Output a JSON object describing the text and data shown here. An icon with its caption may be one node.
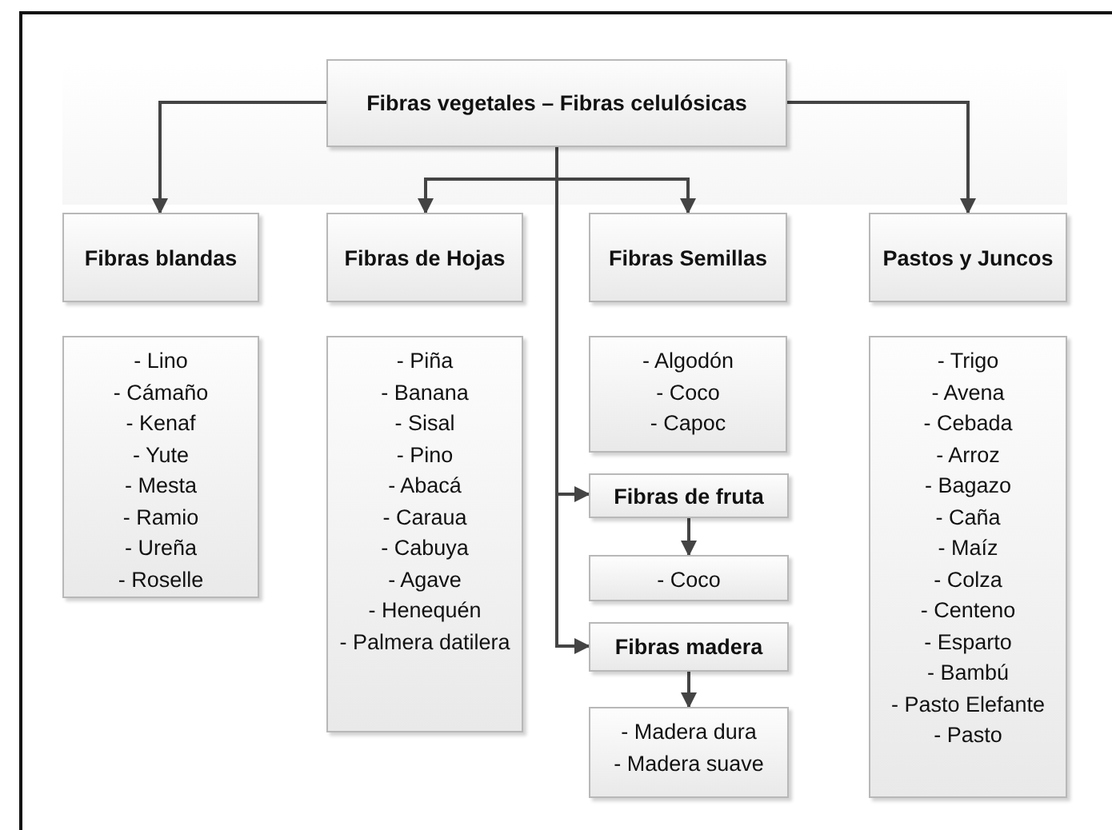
{
  "diagram": {
    "nodes": [
      {
        "text": [
          "Fibras vegetales – Fibras celulósicas"
        ]
      },
      {
        "text": [
          "Fibras blandas"
        ]
      },
      {
        "text": [
          "Fibras de Hojas"
        ]
      },
      {
        "text": [
          "Fibras Semillas"
        ]
      },
      {
        "text": [
          "Pastos y Juncos"
        ]
      },
      {
        "text": [
          "- Lino",
          "- Cámaño",
          "- Kenaf",
          "- Yute",
          "- Mesta",
          "- Ramio",
          "- Ureña",
          "- Roselle"
        ]
      },
      {
        "text": [
          "- Piña",
          "- Banana",
          "- Sisal",
          "- Pino",
          "- Abacá",
          "- Caraua",
          "- Cabuya",
          "- Agave",
          "- Henequén",
          "- Palmera datilera"
        ]
      },
      {
        "text": [
          "- Algodón",
          "- Coco",
          "- Capoc"
        ]
      },
      {
        "text": [
          "Fibras de fruta"
        ]
      },
      {
        "text": [
          "- Coco"
        ]
      },
      {
        "text": [
          "Fibras madera"
        ]
      },
      {
        "text": [
          "- Madera dura",
          "- Madera suave"
        ]
      },
      {
        "text": [
          "- Trigo",
          "- Avena",
          "- Cebada",
          "- Arroz",
          "- Bagazo",
          "- Caña",
          "- Maíz",
          "- Colza",
          "- Centeno",
          "- Esparto",
          "- Bambú",
          "- Pasto Elefante",
          "- Pasto"
        ]
      }
    ],
    "edges": [
      {
        "from": 0,
        "to": 1,
        "arrow": "to"
      },
      {
        "from": 0,
        "to": 4,
        "arrow": "to"
      },
      {
        "from": 0,
        "to": 2,
        "arrow": "to"
      },
      {
        "from": 0,
        "to": 3,
        "arrow": "to"
      },
      {
        "from": 0,
        "to": 8,
        "arrow": "to"
      },
      {
        "from": 0,
        "to": 10,
        "arrow": "to"
      },
      {
        "from": 8,
        "to": 9,
        "arrow": "to"
      },
      {
        "from": 10,
        "to": 11,
        "arrow": "to"
      }
    ]
  }
}
